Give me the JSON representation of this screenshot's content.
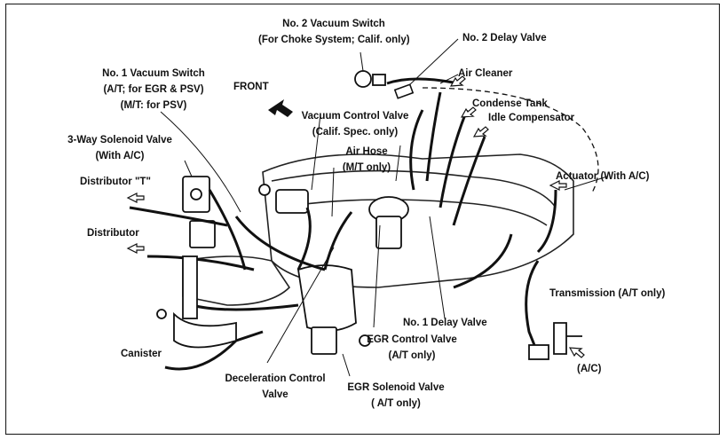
{
  "figure": {
    "labels": {
      "no2_vacuum_switch": [
        "No. 2 Vacuum Switch",
        "(For Choke System; Calif. only)"
      ],
      "no2_delay_valve": "No. 2 Delay Valve",
      "air_cleaner": "Air Cleaner",
      "condense_tank": "Condense Tank",
      "idle_compensator": "Idle Compensator",
      "no1_vacuum_switch": [
        "No. 1 Vacuum Switch",
        "(A/T; for EGR & PSV)",
        "(M/T: for PSV)"
      ],
      "front": "FRONT",
      "vacuum_control_valve": [
        "Vacuum Control Valve",
        "(Calif. Spec. only)"
      ],
      "three_way_solenoid": [
        "3-Way Solenoid Valve",
        "(With A/C)"
      ],
      "air_hose": [
        "Air Hose",
        "(M/T only)"
      ],
      "actuator": "Actuator (With A/C)",
      "distributor_t": "Distributor \"T\"",
      "distributor": "Distributor",
      "transmission": "Transmission (A/T only)",
      "no1_delay_valve": "No. 1 Delay Valve",
      "egr_control_valve": [
        "EGR Control Valve",
        "(A/T only)"
      ],
      "canister": "Canister",
      "ac": "(A/C)",
      "deceleration_control_valve": [
        "Deceleration Control",
        "Valve"
      ],
      "egr_solenoid_valve": [
        "EGR Solenoid Valve",
        "( A/T only)"
      ]
    }
  }
}
